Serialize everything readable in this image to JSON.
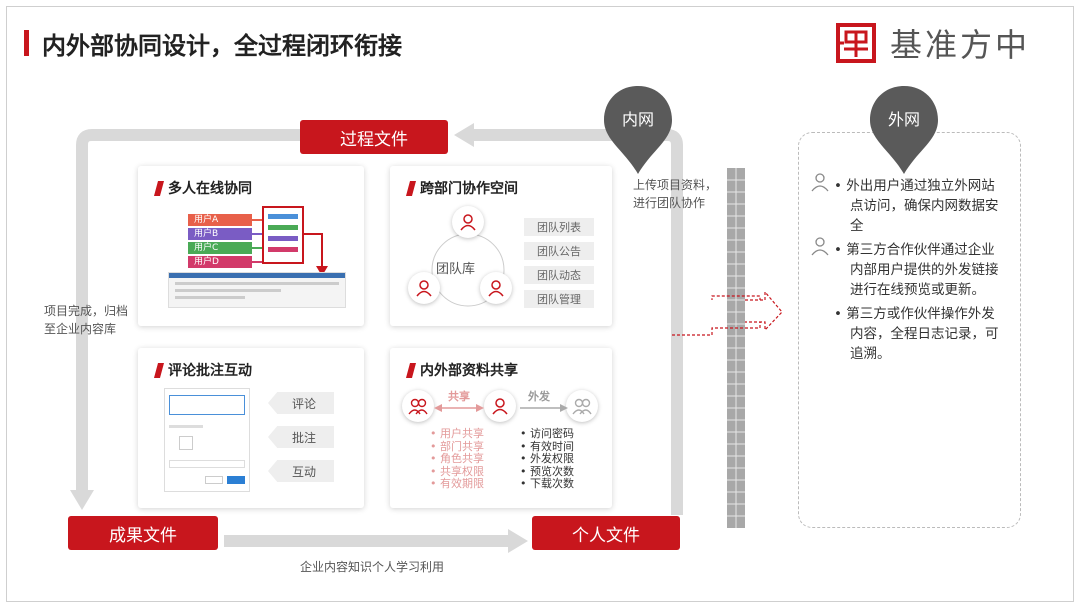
{
  "header": {
    "title": "内外部协同设计，全过程闭环衔接",
    "brand_name": "基准方中"
  },
  "flow": {
    "process_file": "过程文件",
    "result_file": "成果文件",
    "personal_file": "个人文件",
    "archive_text_1": "项目完成，归档",
    "archive_text_2": "至企业内容库",
    "upload_text_1": "上传项目资料，",
    "upload_text_2": "进行团队协作",
    "reuse_text": "企业内容知识个人学习利用"
  },
  "intranet": {
    "label": "内网"
  },
  "extranet": {
    "label": "外网",
    "items": [
      {
        "icon": "person-outline-icon",
        "text_1": "外出用户通过独立外网站",
        "text_2": "点访问，确保内网数据安",
        "text_3": "全"
      },
      {
        "icon": "person-outline-icon",
        "text_1": "第三方合作伙伴通过企业",
        "text_2": "内部用户提供的外发链接",
        "text_3": "进行在线预览或更新。"
      },
      {
        "icon": "",
        "text_1": "第三方或作伙伴操作外发",
        "text_2": "内容，全程日志记录，可",
        "text_3": "追溯。"
      }
    ]
  },
  "cards": {
    "online_collab": {
      "title": "多人在线协同",
      "users": [
        "用户A",
        "用户B",
        "用户C",
        "用户D"
      ]
    },
    "team_space": {
      "title": "跨部门协作空间",
      "center": "团队库",
      "items": [
        "团队列表",
        "团队公告",
        "团队动态",
        "团队管理"
      ]
    },
    "comment": {
      "title": "评论批注互动",
      "tags": [
        "评论",
        "批注",
        "互动"
      ]
    },
    "sharing": {
      "title": "内外部资料共享",
      "share_label": "共享",
      "send_label": "外发",
      "internal": [
        "用户共享",
        "部门共享",
        "角色共享",
        "共享权限",
        "有效期限"
      ],
      "external": [
        "访问密码",
        "有效时间",
        "外发权限",
        "预览次数",
        "下载次数"
      ]
    }
  },
  "colors": {
    "accent": "#c8161d",
    "user_a": "#e8604a",
    "user_b": "#7a5cc4",
    "user_c": "#4aaa56",
    "user_d": "#d23a6a"
  }
}
